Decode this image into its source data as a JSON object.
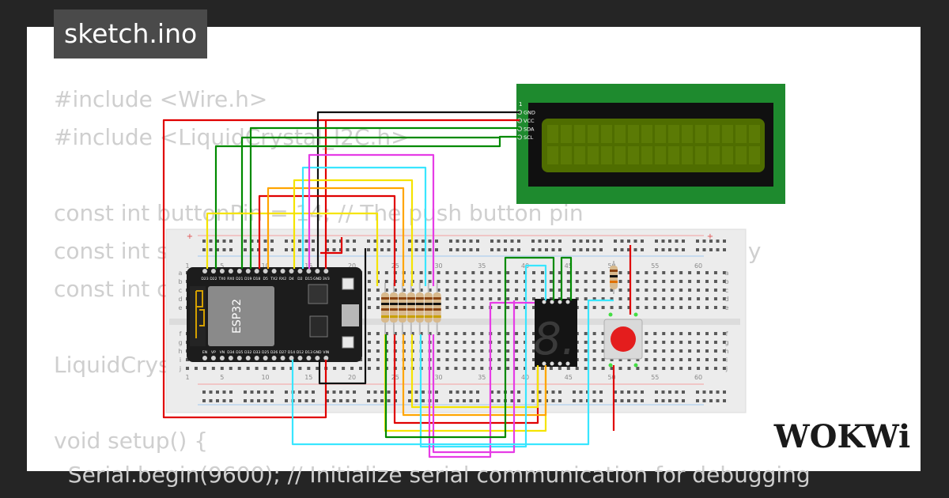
{
  "title": "sketch.ino",
  "code_lines": [
    "#include <Wire.h>",
    "#include <LiquidCrystal_I2C.h>",
    "",
    "const int buttonPin = 14; // The push button pin",
    "const int segmentPins[] = {...}; // pins connected to the display",
    "const int countdownInterval = 1000; // countdown (millis",
    "",
    "LiquidCrystal_I2C lcd(0x27, 16, 2); // default SDA and SCL",
    "",
    "void setup() {",
    "  Serial.begin(9600); // Initialize serial communication for debugging"
  ],
  "breadboard": {
    "row_labels": [
      "a",
      "b",
      "c",
      "d",
      "e",
      "f",
      "g",
      "h",
      "i",
      "j"
    ],
    "col_numbers": [
      "1",
      "5",
      "10",
      "15",
      "20",
      "25",
      "30",
      "35",
      "40",
      "45",
      "50",
      "55",
      "60"
    ],
    "plus": "+",
    "minus": "-"
  },
  "esp32": {
    "chip_label": "ESP32",
    "top_pins": [
      "D23",
      "D22",
      "TX0",
      "RX0",
      "D21",
      "D19",
      "D18",
      "D5",
      "TX2",
      "RX2",
      "D4",
      "D2",
      "D15",
      "GND",
      "3V3"
    ],
    "bottom_pins": [
      "EN",
      "VP",
      "VN",
      "D34",
      "D35",
      "D32",
      "D33",
      "D25",
      "D26",
      "D27",
      "D14",
      "D12",
      "D13",
      "GND",
      "VIN"
    ]
  },
  "lcd": {
    "pin_labels": [
      "GND",
      "VCC",
      "SDA",
      "SCL"
    ],
    "pin_one": "1"
  },
  "seven_segment": {
    "digit": "8."
  },
  "logo": "WOKWi",
  "colors": {
    "background": "#252525",
    "paper": "#ffffff",
    "code_text": "#cfcfcf",
    "title_tab": "#4a4a4a",
    "lcd_board": "#1e8a2e",
    "lcd_screen": "#4f6d00",
    "wire_red": "#e00000",
    "wire_green": "#008a00",
    "wire_yellow": "#f5e400",
    "wire_orange": "#ffa500",
    "wire_cyan": "#39e6ff",
    "wire_magenta": "#e63ce6",
    "wire_black": "#111111"
  }
}
